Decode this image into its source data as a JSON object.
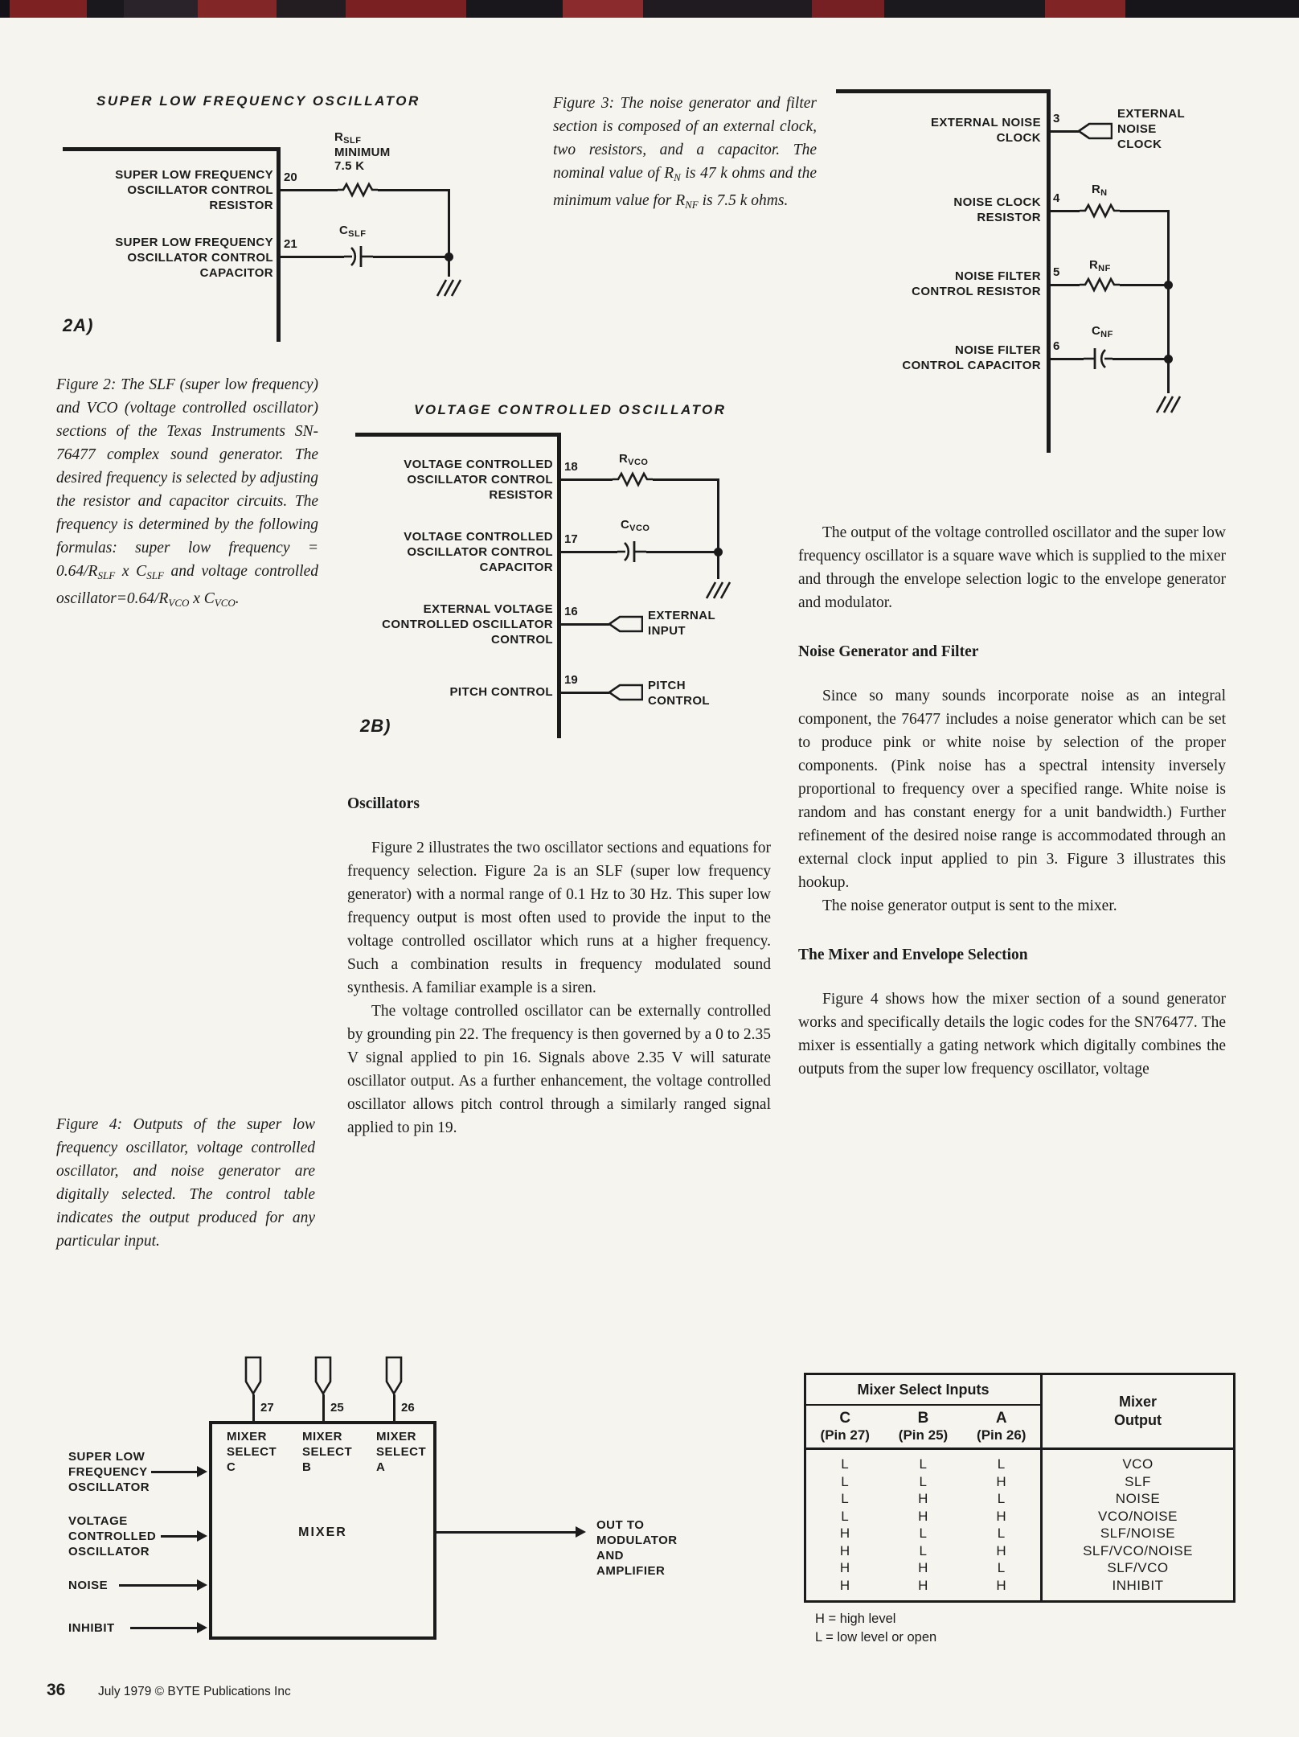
{
  "fig2a": {
    "title": "SUPER LOW FREQUENCY OSCILLATOR",
    "tag": "2A)",
    "pin20_num": "20",
    "pin20_label": "SUPER LOW FREQUENCY\nOSCILLATOR CONTROL\nRESISTOR",
    "rslf_main": "R",
    "rslf_sub": "SLF",
    "rslf_line2": "MINIMUM",
    "rslf_line3": "7.5 K",
    "pin21_num": "21",
    "pin21_label": "SUPER LOW FREQUENCY\nOSCILLATOR CONTROL\nCAPACITOR",
    "cslf_main": "C",
    "cslf_sub": "SLF"
  },
  "fig3_circuit": {
    "pin3_num": "3",
    "pin3_label": "EXTERNAL NOISE\nCLOCK",
    "ext_clock_label": "EXTERNAL\nNOISE\nCLOCK",
    "pin4_num": "4",
    "pin4_label": "NOISE CLOCK\nRESISTOR",
    "rn_main": "R",
    "rn_sub": "N",
    "pin5_num": "5",
    "pin5_label": "NOISE FILTER\nCONTROL RESISTOR",
    "rnf_main": "R",
    "rnf_sub": "NF",
    "pin6_num": "6",
    "pin6_label": "NOISE FILTER\nCONTROL CAPACITOR",
    "cnf_main": "C",
    "cnf_sub": "NF"
  },
  "fig2b": {
    "title": "VOLTAGE CONTROLLED OSCILLATOR",
    "tag": "2B)",
    "pin18_num": "18",
    "pin18_label": "VOLTAGE CONTROLLED\nOSCILLATOR CONTROL\nRESISTOR",
    "rvco_main": "R",
    "rvco_sub": "VCO",
    "pin17_num": "17",
    "pin17_label": "VOLTAGE CONTROLLED\nOSCILLATOR CONTROL\nCAPACITOR",
    "cvco_main": "C",
    "cvco_sub": "VCO",
    "pin16_num": "16",
    "pin16_label": "EXTERNAL VOLTAGE\nCONTROLLED OSCILLATOR\nCONTROL",
    "ext_input_label": "EXTERNAL\nINPUT",
    "pin19_num": "19",
    "pin19_label": "PITCH CONTROL",
    "pitch_label": "PITCH\nCONTROL"
  },
  "fig3_caption": {
    "s1": "Figure 3: The noise generator and filter section is composed of an external clock, two resistors, and a capacitor. The nominal value of R",
    "sub1": "N",
    "s2": " is 47 k ohms and the minimum value for R",
    "sub2": "NF",
    "s3": " is 7.5 k ohms."
  },
  "fig2_caption": {
    "s1": "Figure 2: The SLF (super low frequency) and VCO (voltage controlled oscillator) sections of the Texas Instruments SN-76477 complex sound generator. The desired frequency is selected by adjusting the resistor and capacitor circuits. The frequency is determined by the following formulas: super low frequency = 0.64/R",
    "sub1": "SLF",
    "s2": " x C",
    "sub2": "SLF",
    "s3": " and voltage controlled oscillator=0.64/R",
    "sub3": "VCO",
    "s4": " x C",
    "sub4": "VCO",
    "s5": "."
  },
  "fig4_caption": {
    "text": "Figure 4: Outputs of the super low frequency oscillator, voltage controlled oscillator, and noise generator are digitally selected. The control table indicates the output produced for any particular input."
  },
  "oscillators": {
    "heading": "Oscillators",
    "p1": "Figure 2 illustrates the two oscillator sections and equations for frequency selection. Figure 2a is an SLF (super low frequency generator) with a normal range of 0.1 Hz to 30 Hz. This super low frequency output is most often used to provide the input to the voltage controlled oscillator which runs at a higher frequency. Such a combination results in frequency modulated sound synthesis. A familiar example is a siren.",
    "p2": "The voltage controlled oscillator can be externally controlled by grounding pin 22. The frequency is then governed by a 0 to 2.35 V signal applied to pin 16. Signals above 2.35 V will saturate oscillator output. As a further enhancement, the voltage controlled oscillator allows pitch control through a similarly ranged signal applied to pin 19."
  },
  "right_col": {
    "p1": "The output of the voltage controlled oscillator and the super low frequency oscillator is a square wave which is supplied to the mixer and through the envelope selection logic to the envelope generator and modulator.",
    "h1": "Noise Generator and Filter",
    "p2": "Since so many sounds incorporate noise as an integral component, the 76477 includes a noise generator which can be set to produce pink or white noise by selection of the proper components. (Pink noise has a spectral intensity inversely proportional to frequency over a specified range. White noise is random and has constant energy for a unit bandwidth.) Further refinement of the desired noise range is accommodated through an external clock input applied to pin 3. Figure 3 illustrates this hookup.",
    "p3": "The noise generator output is sent to the mixer.",
    "h2": "The Mixer and Envelope Selection",
    "p4": "Figure 4 shows how the mixer section of a sound generator works and specifically details the logic codes for the SN76477. The mixer is essentially a gating network which digitally combines the outputs from the super low frequency oscillator, voltage"
  },
  "fig4": {
    "inputs": [
      "SUPER LOW\nFREQUENCY\nOSCILLATOR",
      "VOLTAGE\nCONTROLLED\nOSCILLATOR",
      "NOISE",
      "INHIBIT"
    ],
    "selects": [
      {
        "pin": "27",
        "label": "MIXER\nSELECT\nC"
      },
      {
        "pin": "25",
        "label": "MIXER\nSELECT\nB"
      },
      {
        "pin": "26",
        "label": "MIXER\nSELECT\nA"
      }
    ],
    "box_label": "MIXER",
    "output_label": "OUT TO MODULATOR\nAND AMPLIFIER"
  },
  "table": {
    "group_header": "Mixer Select Inputs",
    "cols": [
      {
        "letter": "C",
        "pin": "(Pin 27)"
      },
      {
        "letter": "B",
        "pin": "(Pin 25)"
      },
      {
        "letter": "A",
        "pin": "(Pin 26)"
      }
    ],
    "output_header": "Mixer\nOutput",
    "rows": [
      [
        "L",
        "L",
        "L",
        "VCO"
      ],
      [
        "L",
        "L",
        "H",
        "SLF"
      ],
      [
        "L",
        "H",
        "L",
        "NOISE"
      ],
      [
        "L",
        "H",
        "H",
        "VCO/NOISE"
      ],
      [
        "H",
        "L",
        "L",
        "SLF/NOISE"
      ],
      [
        "H",
        "L",
        "H",
        "SLF/VCO/NOISE"
      ],
      [
        "H",
        "H",
        "L",
        "SLF/VCO"
      ],
      [
        "H",
        "H",
        "H",
        "INHIBIT"
      ]
    ],
    "note1": "H = high level",
    "note2": "L = low level or open"
  },
  "footer": {
    "page_number": "36",
    "credit": "July 1979 © BYTE Publications Inc"
  }
}
